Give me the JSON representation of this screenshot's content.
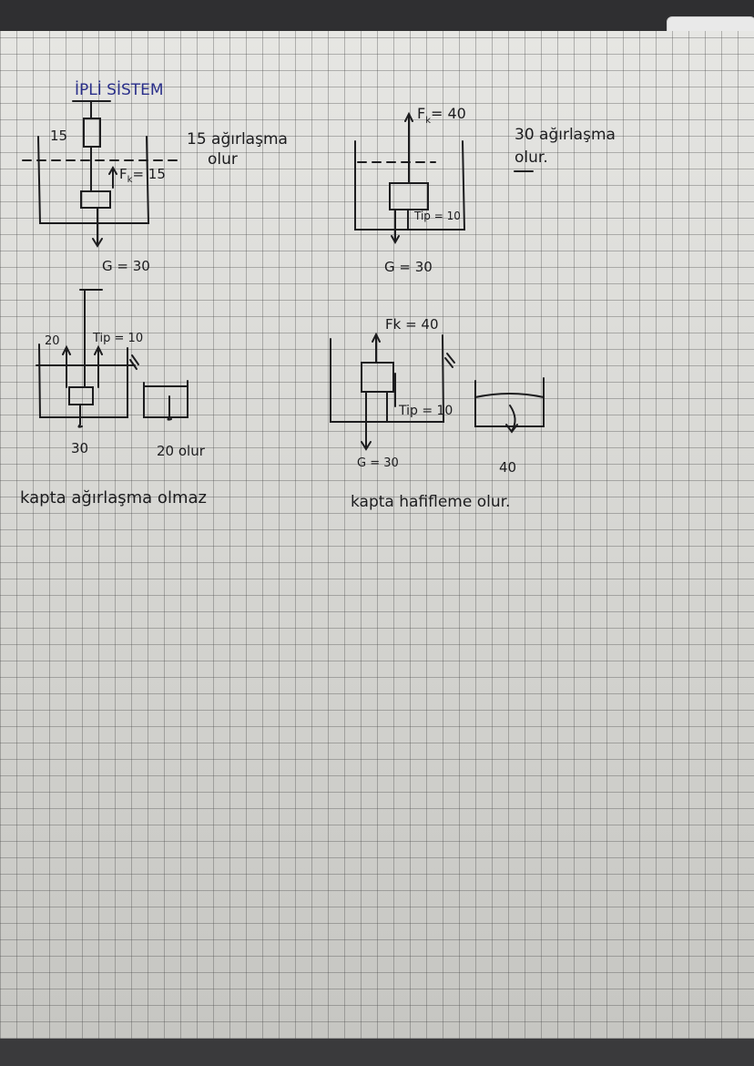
{
  "title": "İPLİ SİSTEM",
  "diagram1": {
    "rope_weight": "15",
    "fk_label": "F",
    "fk_sub": "k",
    "fk_value": "= 15",
    "g_label": "G = 30",
    "note_line1": "15 ağırlaşma",
    "note_line2": "olur"
  },
  "diagram2": {
    "fk_label": "F",
    "fk_sub": "k",
    "fk_value": "= 40",
    "tip_label": "Tip = 10",
    "g_label": "G = 30",
    "note_line1": "30 ağırlaşma",
    "note_line2": "olur."
  },
  "diagram3": {
    "left_value": "20",
    "tip_label": "Tip = 10",
    "bottom_value": "30",
    "result": "20 olur",
    "caption": "kapta ağırlaşma olmaz"
  },
  "diagram4": {
    "fk_label": "Fk = 40",
    "tip_label": "Tip = 10",
    "g_label": "G = 30",
    "result": "40",
    "caption": "kapta hafifleme olur."
  },
  "colors": {
    "ink": "#1c1c1e",
    "title_ink": "#2a2f8a",
    "paper": "#d9d9d6"
  }
}
